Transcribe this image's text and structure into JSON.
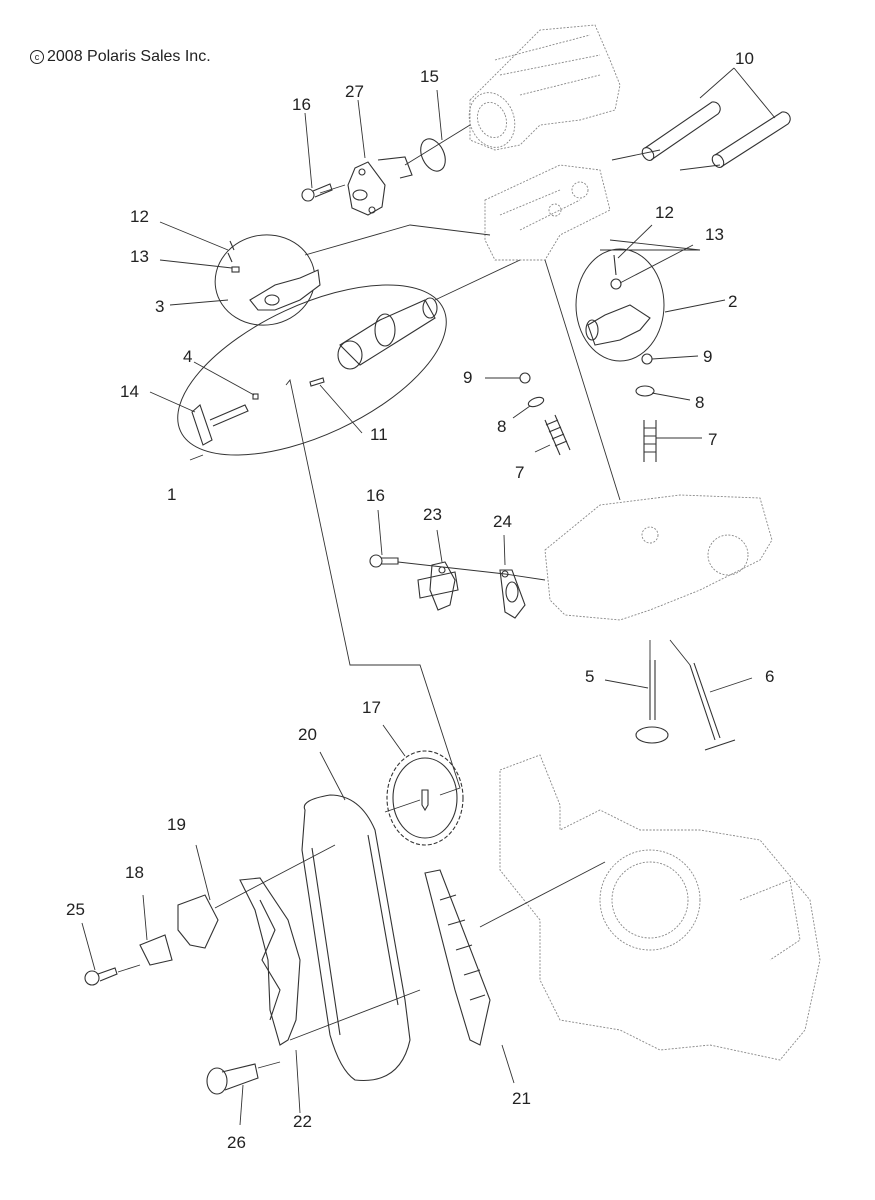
{
  "copyright": {
    "symbol": "c",
    "text": "2008 Polaris Sales Inc."
  },
  "diagram": {
    "subject": "engine cylinder head, camshaft, valvetrain and cam chain exploded view",
    "callouts": {
      "c1": "1",
      "c2": "2",
      "c3": "3",
      "c4": "4",
      "c5": "5",
      "c6": "6",
      "c7a": "7",
      "c7b": "7",
      "c8a": "8",
      "c8b": "8",
      "c9a": "9",
      "c9b": "9",
      "c10": "10",
      "c11": "11",
      "c12a": "12",
      "c12b": "12",
      "c13a": "13",
      "c13b": "13",
      "c14": "14",
      "c15": "15",
      "c16a": "16",
      "c16b": "16",
      "c17": "17",
      "c18": "18",
      "c19": "19",
      "c20": "20",
      "c21": "21",
      "c22": "22",
      "c23": "23",
      "c24": "24",
      "c25": "25",
      "c26": "26",
      "c27": "27"
    }
  }
}
